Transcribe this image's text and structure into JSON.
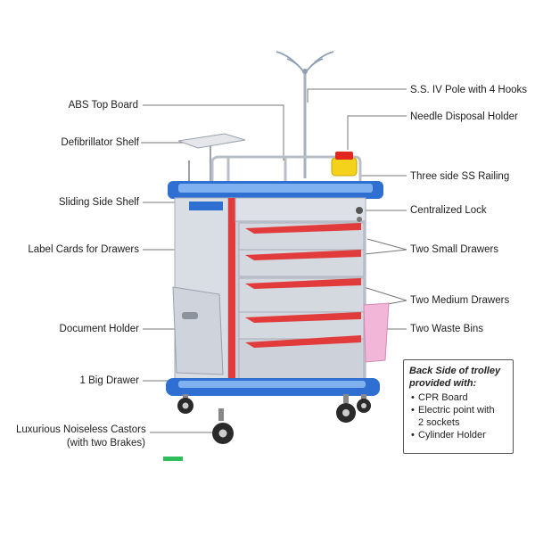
{
  "labels": {
    "left": [
      {
        "id": "abs-top-board",
        "text": "ABS Top Board"
      },
      {
        "id": "defibrillator-shelf",
        "text": "Defibrillator Shelf"
      },
      {
        "id": "sliding-side-shelf",
        "text": "Sliding Side Shelf"
      },
      {
        "id": "label-cards",
        "text": "Label Cards for Drawers"
      },
      {
        "id": "document-holder",
        "text": "Document Holder"
      },
      {
        "id": "big-drawer",
        "text": "1 Big Drawer"
      },
      {
        "id": "castors-line1",
        "text": "Luxurious Noiseless Castors"
      },
      {
        "id": "castors-line2",
        "text": "(with two Brakes)"
      }
    ],
    "right": [
      {
        "id": "iv-pole",
        "text": "S.S. IV Pole with 4 Hooks"
      },
      {
        "id": "needle-holder",
        "text": "Needle Disposal Holder"
      },
      {
        "id": "railing",
        "text": "Three side SS Railing"
      },
      {
        "id": "lock",
        "text": "Centralized Lock"
      },
      {
        "id": "small-drawers",
        "text": "Two Small Drawers"
      },
      {
        "id": "medium-drawers",
        "text": "Two Medium Drawers"
      },
      {
        "id": "waste-bins",
        "text": "Two Waste Bins"
      }
    ]
  },
  "back_side_note": {
    "title_line1": "Back Side of trolley",
    "title_line2": "provided with:",
    "items": [
      "CPR Board",
      "Electric point with",
      "2 sockets",
      "Cylinder Holder"
    ]
  },
  "colors": {
    "trolley_body": "#c9ced8",
    "trolley_frame_blue": "#2f6fd1",
    "drawer_red": "#e23b3b",
    "needle_holder_yellow": "#f4d21c",
    "waste_bin_pink": "#f2b6d8",
    "leader_line": "#777777"
  }
}
